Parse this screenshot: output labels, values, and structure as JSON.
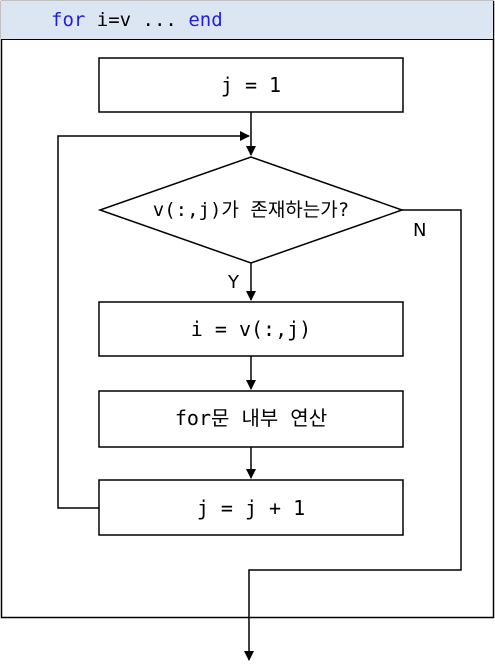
{
  "header": {
    "keyword_for": "for",
    "loop_expr": "i=v ...",
    "keyword_end": "end"
  },
  "flowchart": {
    "init": "j = 1",
    "condition": "v(:,j)가 존재하는가?",
    "yes_label": "Y",
    "no_label": "N",
    "assign": "i = v(:,j)",
    "body": "for문 내부 연산",
    "increment": "j = j + 1"
  },
  "colors": {
    "header_background": "#dce6f2",
    "keyword": "#1f1fd6",
    "stroke": "#000000"
  }
}
